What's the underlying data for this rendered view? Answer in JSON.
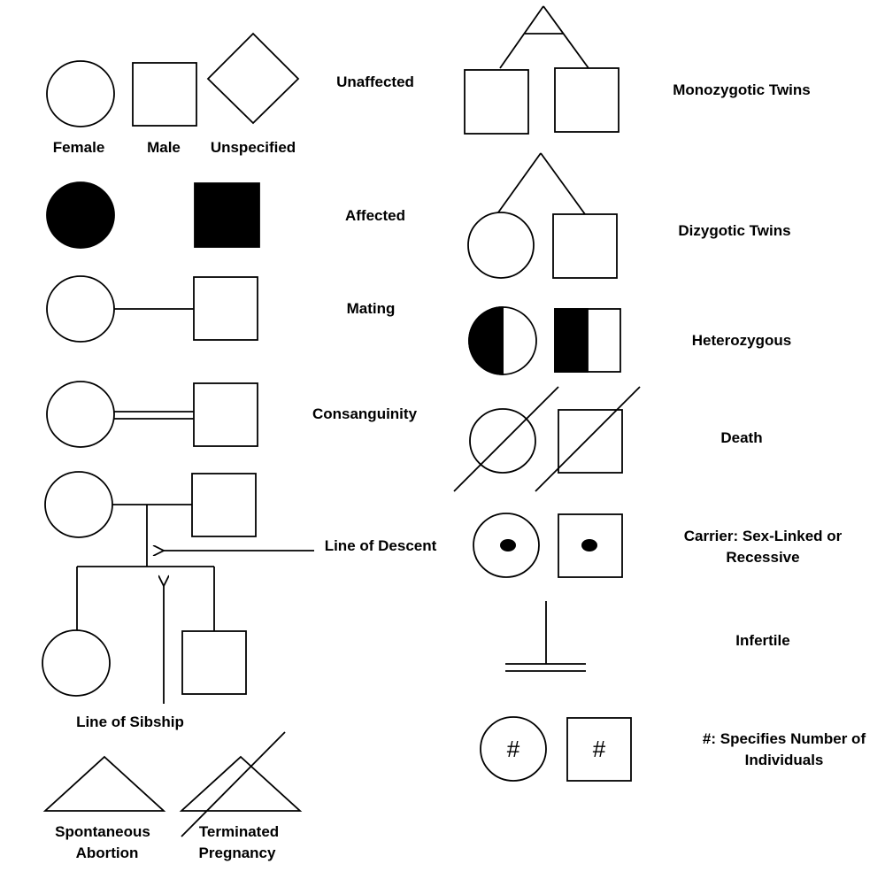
{
  "labels": {
    "female": "Female",
    "male": "Male",
    "unspecified": "Unspecified",
    "unaffected": "Unaffected",
    "affected": "Affected",
    "mating": "Mating",
    "consanguinity": "Consanguinity",
    "line_of_descent": "Line of Descent",
    "line_of_sibship": "Line of Sibship",
    "spontaneous_abortion_1": "Spontaneous",
    "spontaneous_abortion_2": "Abortion",
    "terminated_pregnancy_1": "Terminated",
    "terminated_pregnancy_2": "Pregnancy",
    "monozygotic_twins": "Monozygotic Twins",
    "dizygotic_twins": "Dizygotic Twins",
    "heterozygous": "Heterozygous",
    "death": "Death",
    "carrier_1": "Carrier: Sex-Linked or",
    "carrier_2": "Recessive",
    "infertile": "Infertile",
    "number_1": "#: Specifies Number of",
    "number_2": "Individuals"
  },
  "symbols": {
    "number_sign": "#"
  }
}
